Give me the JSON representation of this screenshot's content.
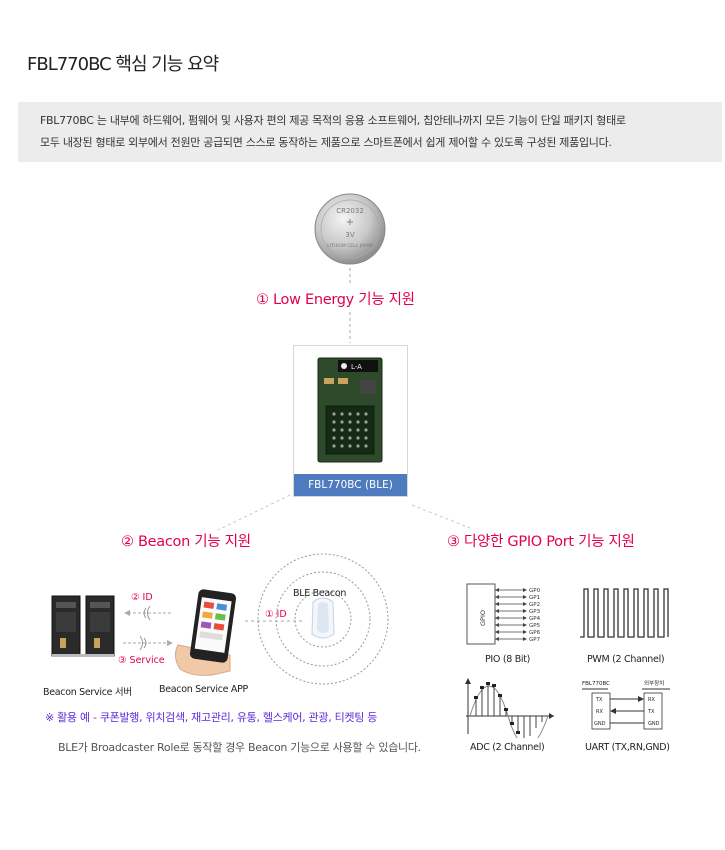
{
  "title": "FBL770BC 핵심 기능 요약",
  "summary": {
    "line1": "FBL770BC 는 내부에 하드웨어, 펌웨어 및 사용자 편의 제공 목적의 응용 소프트웨어, 칩안테나까지 모든 기능이 단일 패키지 형태로",
    "line2": "모두 내장된 형태로 외부에서 전원만 공급되면 스스로 동작하는 제품으로 스마트폰에서 쉽게 제어할 수 있도록 구성된 제품입니다."
  },
  "battery": {
    "text_top": "CR2032",
    "text_mid": "3V",
    "text_bottom": "LITHIUM CELL JAPAN"
  },
  "features": {
    "low_energy": "① Low Energy 기능 지원",
    "beacon": "② Beacon 기능 지원",
    "gpio": "③ 다양한 GPIO Port 기능 지원"
  },
  "module": {
    "chip_label": "L-A",
    "caption": "FBL770BC (BLE)"
  },
  "beacon": {
    "ble_beacon_label": "BLE Beacon",
    "id_label_1": "② ID",
    "service_label": "③ Service",
    "id_label_2": "① ID",
    "server_label": "Beacon Service 서버",
    "app_label": "Beacon Service APP",
    "usage": "※ 활용 예 - 쿠폰발행, 위치검색, 재고관리, 유통, 헬스케어, 관광, 티켓팅 등",
    "note": "BLE가 Broadcaster Role로 동작할 경우 Beacon 기능으로 사용할 수 있습니다."
  },
  "gpio": {
    "chip_text": "GPIO",
    "pins": [
      "GP0",
      "GP1",
      "GP2",
      "GP3",
      "GP4",
      "GP5",
      "GP6",
      "GP7"
    ],
    "pio_label": "PIO (8 Bit)",
    "pwm_label": "PWM (2 Channel)",
    "adc_label": "ADC (2 Channel)",
    "uart_label": "UART (TX,RN,GND)",
    "uart": {
      "left_title": "FBL770BC",
      "right_title": "외부장치",
      "left_pins": [
        "TX",
        "RX",
        "GND"
      ],
      "right_pins": [
        "RX",
        "TX",
        "GND"
      ]
    }
  },
  "colors": {
    "accent": "#e2004f",
    "caption_bg": "#4d7bbd",
    "usage": "#5a2bd6",
    "summary_bg": "#ececec"
  }
}
